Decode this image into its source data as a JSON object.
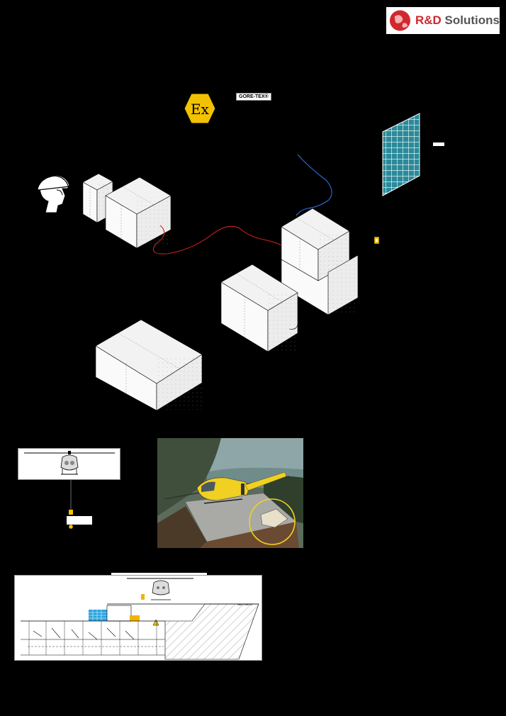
{
  "logo": {
    "brand_primary": "R&D",
    "brand_secondary": "Solutions",
    "red": "#d0282e"
  },
  "header": {
    "title": "",
    "subtitle": ""
  },
  "badges": {
    "gore_tex": "GORE-TEX®",
    "ex_symbol": "Ex"
  },
  "cable_colors": {
    "red": "#cc2020",
    "blue": "#2a6ed8"
  },
  "grid_panel_color": "#2b8a9a",
  "schematic": {
    "annotation": "",
    "deck_label": "HELI DECK"
  }
}
